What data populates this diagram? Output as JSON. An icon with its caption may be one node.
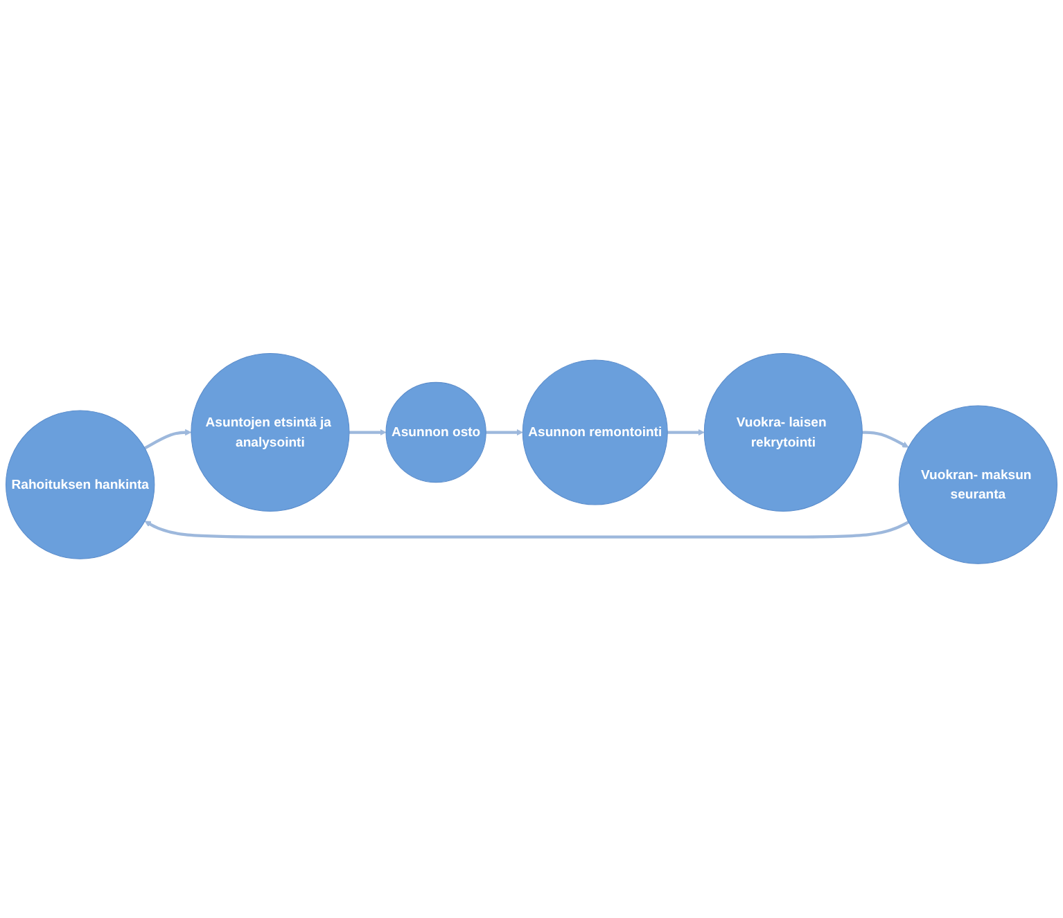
{
  "diagram": {
    "nodes": [
      {
        "text": [
          "Rahoituksen hankinta"
        ]
      },
      {
        "text": [
          "Asuntojen etsintä ja analysointi"
        ]
      },
      {
        "text": [
          "Asunnon osto"
        ]
      },
      {
        "text": [
          "Asunnon remontointi"
        ]
      },
      {
        "text": [
          "Vuokra- laisen rekrytointi"
        ]
      },
      {
        "text": [
          "Vuokran- maksun seuranta"
        ]
      }
    ],
    "edges": [
      {
        "from": 0,
        "to": 1,
        "arrow": "to"
      },
      {
        "from": 1,
        "to": 2,
        "arrow": "to"
      },
      {
        "from": 2,
        "to": 3,
        "arrow": "to"
      },
      {
        "from": 3,
        "to": 4,
        "arrow": "to"
      },
      {
        "from": 4,
        "to": 5,
        "arrow": "to"
      },
      {
        "from": 5,
        "to": 0,
        "arrow": "to"
      }
    ]
  }
}
